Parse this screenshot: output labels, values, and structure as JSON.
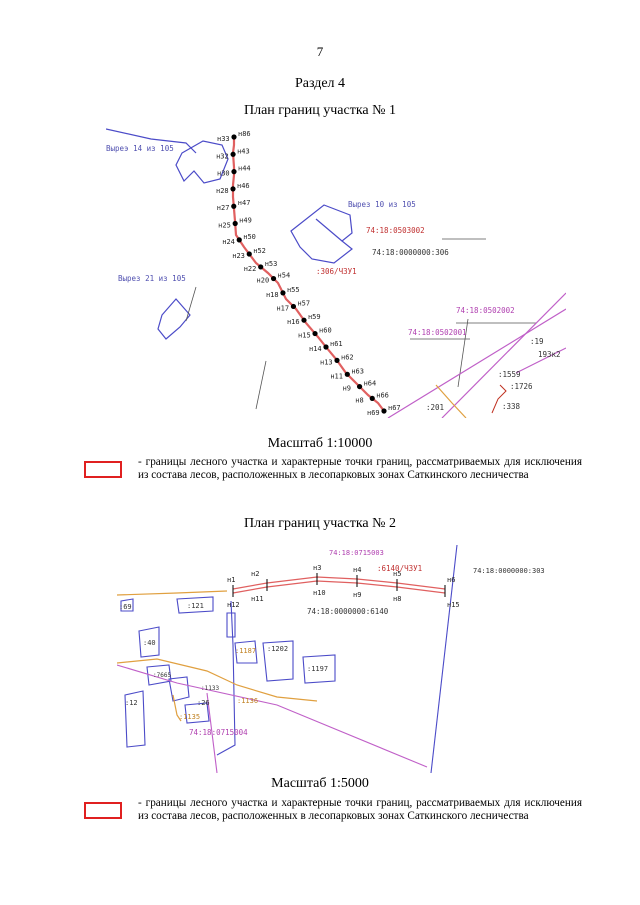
{
  "page_number": "7",
  "section_title": "Раздел 4",
  "plan1": {
    "title": "План границ участка № 1",
    "scale": "Масштаб 1:10000",
    "legend": "- границы лесного участка и характерные точки границ, рассматриваемых для исключения из состава лесов, расположенных в лесопарковых зонах Саткинского лесничества",
    "labels": {
      "vyrez14": "Выреэ 14 из 105",
      "vyrez10": "Вырез 10 из 105",
      "vyrez21": "Вырез 21 из 105",
      "c1": "74:18:0503002",
      "c2": "74:18:0000000:306",
      "c3": ":306/ЧЗУ1",
      "c4": "74:18:0502002",
      "c5": "74:18:0502001",
      "c6": ":201",
      "c7": ":19",
      "c8": ":1559",
      "c9": ":1726",
      "c10": ":338",
      "c11": "193к2"
    },
    "points": [
      "н86",
      "н33",
      "н43",
      "н32",
      "н44",
      "н30",
      "н46",
      "н28",
      "н47",
      "н27",
      "н49",
      "н25",
      "н50",
      "н24",
      "н52",
      "н23",
      "н53",
      "н22",
      "н54",
      "н20",
      "н55",
      "н18",
      "н57",
      "н17",
      "н59",
      "н16",
      "н60",
      "н15",
      "н61",
      "н14",
      "н62",
      "н13",
      "н63",
      "н11",
      "н64",
      "н9",
      "н66",
      "н8",
      "н67",
      "н69"
    ]
  },
  "plan2": {
    "title": "План границ участка № 2",
    "scale": "Масштаб 1:5000",
    "legend": "- границы лесного участка и характерные точки границ, рассматриваемых для исключения из состава лесов, расположенных в лесопарковых зонах Саткинского лесничества",
    "labels": {
      "top": "74:18:0715003",
      "right": "74:18:0000000:303",
      "zu": ":6140/ЧЗУ1",
      "main": "74:18:0000000:6140",
      "bottom": "74:18:0715004",
      "l69": ":69",
      "l121": ":121",
      "l40": ":40",
      "l1187": ":1187",
      "l1202": ":1202",
      "l1197": ":1197",
      "l7665": ":7665",
      "l1133": ":1133",
      "l26": ":26",
      "l12": ":12",
      "l1136": ":1136",
      "l1135": ":1135"
    },
    "points": [
      "н1",
      "н2",
      "н3",
      "н4",
      "н5",
      "н6",
      "н12",
      "н11",
      "н10",
      "н9",
      "н8",
      "н15"
    ]
  }
}
